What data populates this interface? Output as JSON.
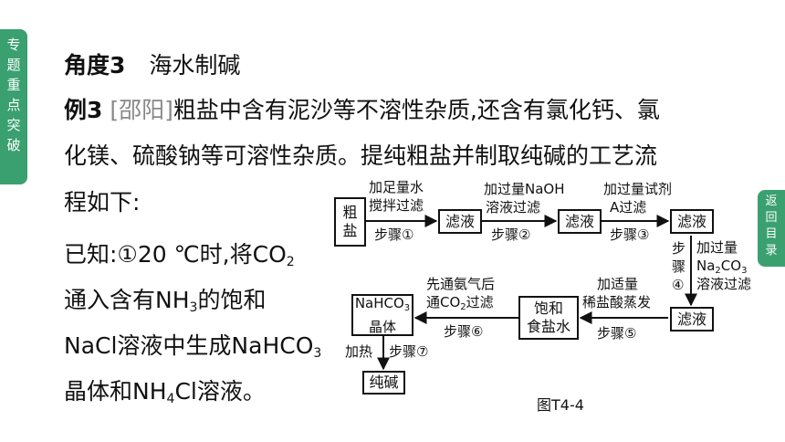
{
  "side_tab": {
    "chars": [
      "专",
      "题",
      "重",
      "点",
      "突",
      "破"
    ]
  },
  "return_tab": {
    "chars": [
      "返",
      "回",
      "目",
      "录"
    ]
  },
  "heading": {
    "angle": "角度3",
    "topic": "海水制碱"
  },
  "example": {
    "label": "例3",
    "source": "[邵阳]",
    "line1": "粗盐中含有泥沙等不溶性杂质,还含有氯化钙、氯",
    "line2": "化镁、硫酸钠等可溶性杂质。提纯粗盐并制取纯碱的工艺流",
    "line3": "程如下:"
  },
  "known": {
    "l1_a": "已知:①20 ℃时,将CO",
    "l1_sub": "2",
    "l2_a": "通入含有NH",
    "l2_sub": "3",
    "l2_b": "的饱和",
    "l3_a": "NaCl溶液中生成NaHCO",
    "l3_sub": "3",
    "l4_a": "晶体和NH",
    "l4_sub": "4",
    "l4_b": "Cl溶液。"
  },
  "flow": {
    "boxes": {
      "crude_salt": [
        "粗",
        "盐"
      ],
      "filtrate1": "滤液",
      "filtrate2": "滤液",
      "filtrate3": "滤液",
      "filtrate4": "滤液",
      "brine": [
        "饱和",
        "食盐水"
      ],
      "nahco3_a": "NaHCO",
      "nahco3_sub": "3",
      "nahco3_b": "晶体",
      "soda": "纯碱"
    },
    "labels": {
      "s1_top1": "加足量水",
      "s1_top2": "搅拌过滤",
      "s1_step": "步骤①",
      "s2_top1": "加过量NaOH",
      "s2_top2": "溶液过滤",
      "s2_step": "步骤②",
      "s3_top1": "加过量试剂",
      "s3_top2": "A过滤",
      "s3_step": "步骤③",
      "s4_step_chars": [
        "步",
        "骤",
        "④"
      ],
      "s4_r1": "加过量",
      "s4_r2_a": "Na",
      "s4_r2_sub1": "2",
      "s4_r2_b": "CO",
      "s4_r2_sub2": "3",
      "s4_r3": "溶液过滤",
      "s5_top1": "加适量",
      "s5_top2": "稀盐酸蒸发",
      "s5_step": "步骤⑤",
      "s6_top1": "先通氨气后",
      "s6_top2_a": "通CO",
      "s6_top2_sub": "2",
      "s6_top2_b": "过滤",
      "s6_step": "步骤⑥",
      "s7_heat": "加热",
      "s7_step": "步骤⑦"
    },
    "caption": "图T4-4"
  }
}
